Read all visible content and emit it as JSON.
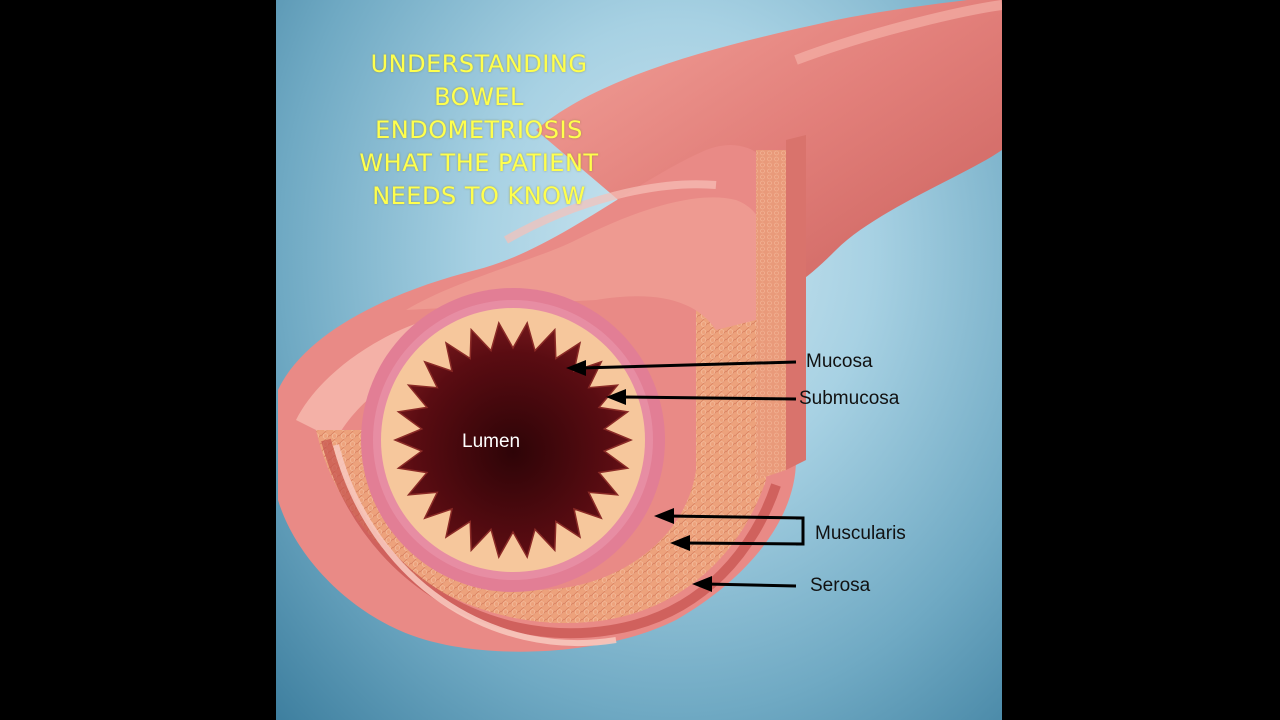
{
  "title_lines": [
    "UNDERSTANDING",
    "BOWEL",
    "ENDOMETRIOSIS",
    "WHAT THE PATIENT",
    "NEEDS TO KNOW"
  ],
  "labels": {
    "mucosa": "Mucosa",
    "submucosa": "Submucosa",
    "muscularis": "Muscularis",
    "serosa": "Serosa",
    "lumen": "Lumen"
  },
  "colors": {
    "title": "#ffff4d",
    "tissue_outer": "#e98a86",
    "mucosa_ring": "#e27e95",
    "submucosa_ring": "#f6c79c",
    "lumen": "#5a0c12",
    "muscle": "#e9a37a"
  }
}
